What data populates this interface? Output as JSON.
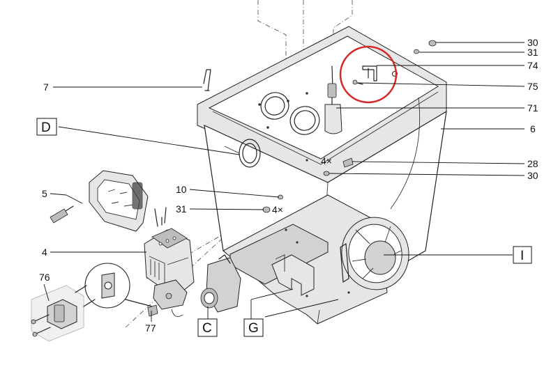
{
  "callouts": {
    "c30a": "30",
    "c31a": "31",
    "c74": "74",
    "c75": "75",
    "c71": "71",
    "c6": "6",
    "c28": "28",
    "c30b": "30",
    "c7": "7",
    "c5": "5",
    "c10": "10",
    "c31b": "31",
    "c4": "4",
    "c76": "76",
    "c77": "77",
    "qty_a": "4×",
    "qty_b": "4×"
  },
  "boxed_labels": {
    "D": "D",
    "I": "I",
    "C": "C",
    "G": "G"
  },
  "highlight": {
    "color": "#d42a2a",
    "target": "74"
  }
}
